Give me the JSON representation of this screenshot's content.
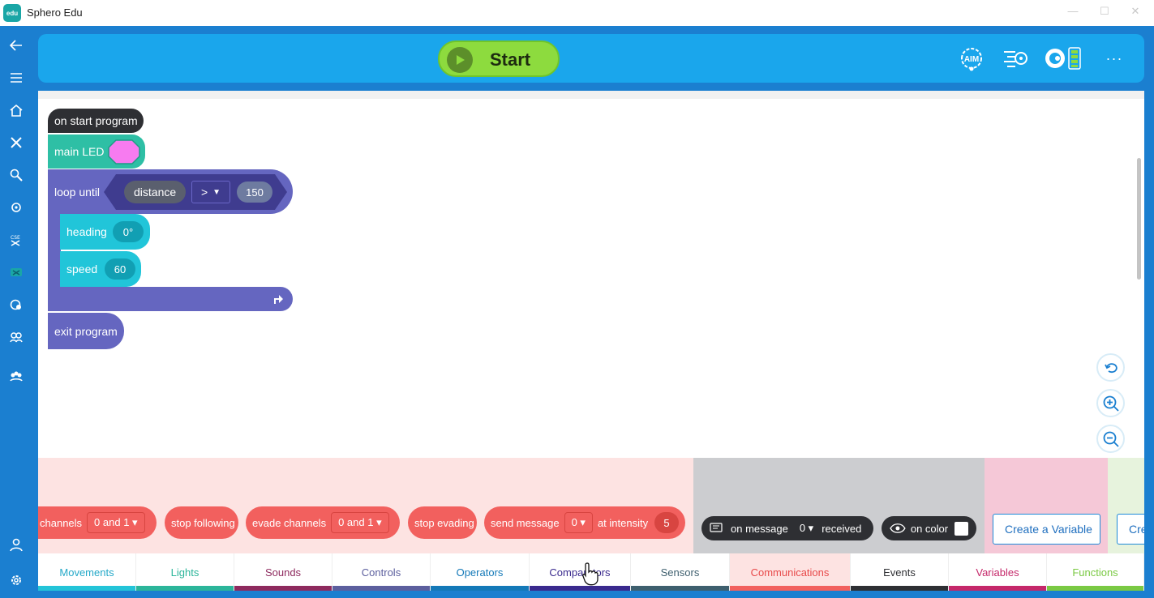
{
  "window": {
    "title": "Sphero Edu",
    "logo_text": "edu"
  },
  "header": {
    "start_label": "Start",
    "aim_label": "AIM"
  },
  "colors": {
    "header_bg": "#1aa6ec",
    "rail_bg": "#1b7fd0",
    "start_bg": "#8ddb3e",
    "communications": "#f2605e"
  },
  "program": {
    "start_block": "on start program",
    "main_led_label": "main LED",
    "main_led_color": "#f77bf0",
    "loop_label": "loop until",
    "condition": {
      "sensor": "distance",
      "operator": ">",
      "value": "150"
    },
    "heading_label": "heading",
    "heading_value": "0°",
    "speed_label": "speed",
    "speed_value": "60",
    "exit_label": "exit program"
  },
  "palette": {
    "communications": {
      "block1_text": "channels",
      "block1_value": "0 and 1",
      "stop_following": "stop following",
      "evade_label": "evade channels",
      "evade_value": "0 and 1",
      "stop_evading": "stop evading",
      "send_label": "send message",
      "send_value": "0",
      "intensity_label": "at intensity",
      "intensity_value": "5"
    },
    "events": {
      "on_message_label": "on message",
      "on_message_value": "0",
      "received_label": "received",
      "on_color_label": "on color"
    },
    "variables": {
      "create_variable": "Create a Variable",
      "create_partial": "Cre"
    }
  },
  "tabs": [
    {
      "label": "Movements",
      "color": "#23c4d8",
      "text_color": "#23a8c8"
    },
    {
      "label": "Lights",
      "color": "#2bb59a",
      "text_color": "#2bb59a"
    },
    {
      "label": "Sounds",
      "color": "#8e2a5e",
      "text_color": "#8e2a5e"
    },
    {
      "label": "Controls",
      "color": "#5c5f9e",
      "text_color": "#5c5f9e"
    },
    {
      "label": "Operators",
      "color": "#1479b8",
      "text_color": "#1479b8"
    },
    {
      "label": "Comparators",
      "color": "#3a2a8e",
      "text_color": "#3a2a8e"
    },
    {
      "label": "Sensors",
      "color": "#3e5f6e",
      "text_color": "#3e5f6e"
    },
    {
      "label": "Communications",
      "color": "#f2605e",
      "text_color": "#e8494a"
    },
    {
      "label": "Events",
      "color": "#2e2f33",
      "text_color": "#2e2f33"
    },
    {
      "label": "Variables",
      "color": "#c5286a",
      "text_color": "#c5286a"
    },
    {
      "label": "Functions",
      "color": "#7ac943",
      "text_color": "#7ac943"
    }
  ]
}
